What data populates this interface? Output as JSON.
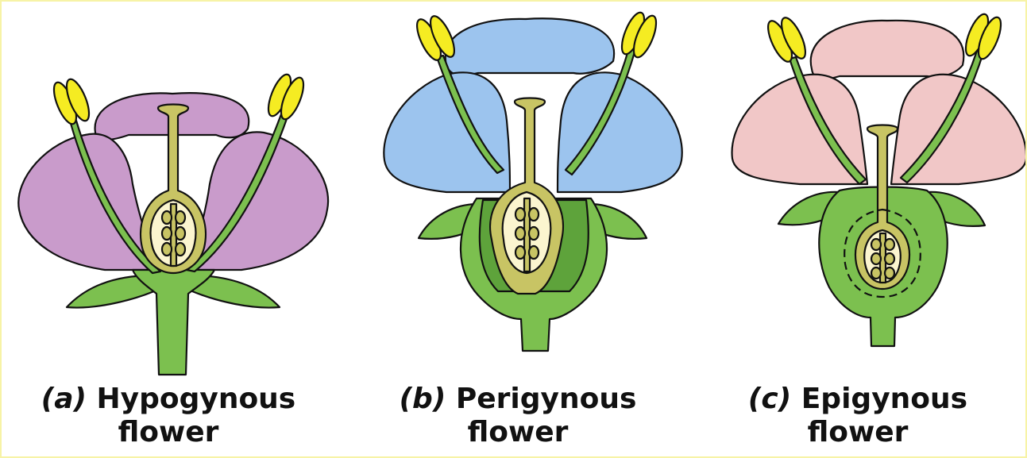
{
  "colors": {
    "hypogynous_petal": "#c99bcb",
    "perigynous_petal": "#9cc4ee",
    "epigynous_petal": "#f1c7c7",
    "stem_green": "#7cc04f",
    "dark_green": "#5ea33b",
    "pistil_olive": "#c8c464",
    "ovule_cream": "#fbf5cf",
    "anther_yellow": "#f5ec22",
    "outline": "#111111"
  },
  "flowers": [
    {
      "label": "(a)",
      "name": "Hypogynous",
      "suffix": "flower"
    },
    {
      "label": "(b)",
      "name": "Perigynous",
      "suffix": "flower"
    },
    {
      "label": "(c)",
      "name": "Epigynous",
      "suffix": "flower"
    }
  ]
}
